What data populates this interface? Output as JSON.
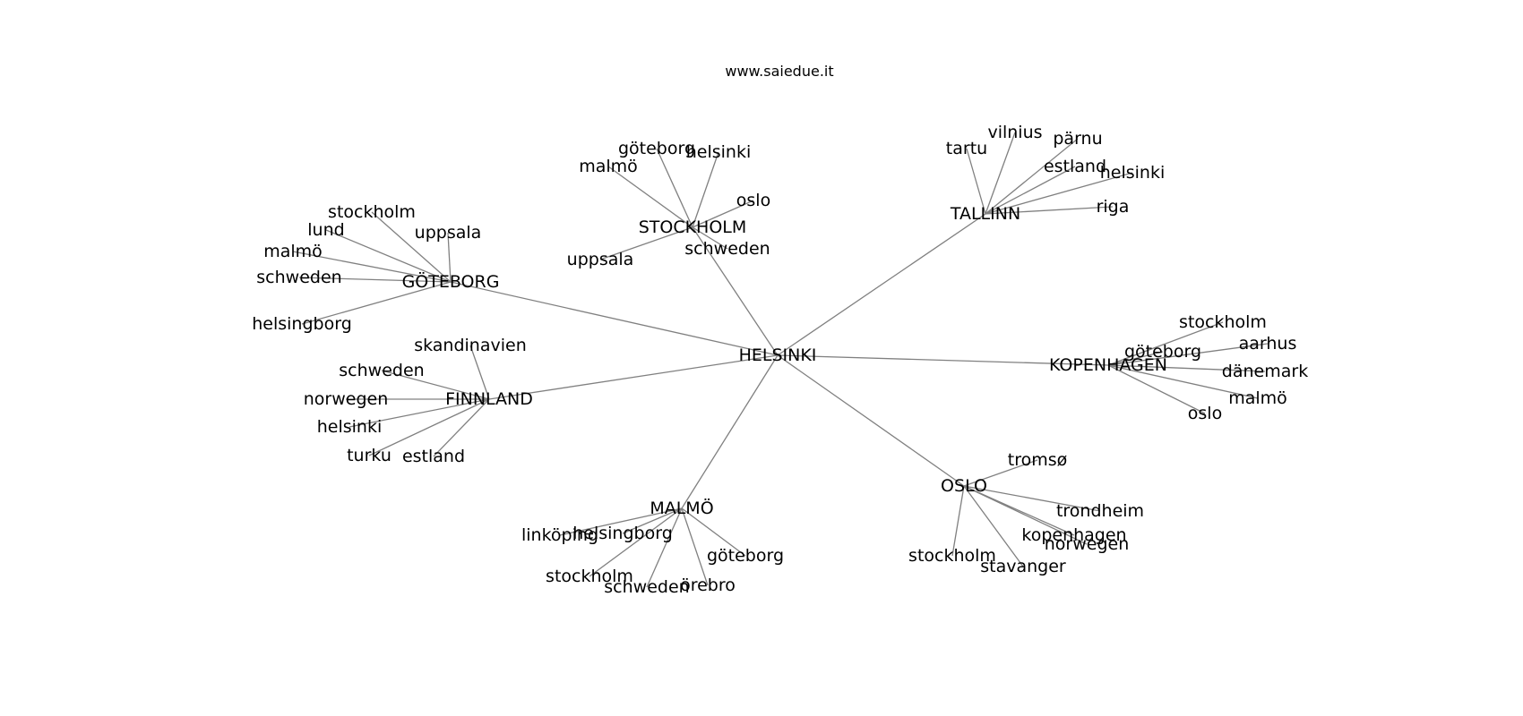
{
  "title": "www.saiedue.it",
  "root": "HELSINKI",
  "clusters": [
    {
      "hub": "GÖTEBORG",
      "leaves": [
        "stockholm",
        "lund",
        "malmö",
        "schweden",
        "helsingborg",
        "uppsala"
      ]
    },
    {
      "hub": "STOCKHOLM",
      "leaves": [
        "göteborg",
        "helsinki",
        "malmö",
        "oslo",
        "schweden",
        "uppsala"
      ]
    },
    {
      "hub": "TALLINN",
      "leaves": [
        "tartu",
        "vilnius",
        "pärnu",
        "estland",
        "helsinki",
        "riga"
      ]
    },
    {
      "hub": "KOPENHAGEN",
      "leaves": [
        "stockholm",
        "aarhus",
        "göteborg",
        "dänemark",
        "malmö",
        "oslo"
      ]
    },
    {
      "hub": "FINNLAND",
      "leaves": [
        "skandinavien",
        "schweden",
        "norwegen",
        "helsinki",
        "turku",
        "estland"
      ]
    },
    {
      "hub": "MALMÖ",
      "leaves": [
        "linköping",
        "helsingborg",
        "göteborg",
        "stockholm",
        "schweden",
        "örebro"
      ]
    },
    {
      "hub": "OSLO",
      "leaves": [
        "tromsø",
        "trondheim",
        "kopenhagen",
        "norwegen",
        "stockholm",
        "stavanger"
      ]
    }
  ]
}
